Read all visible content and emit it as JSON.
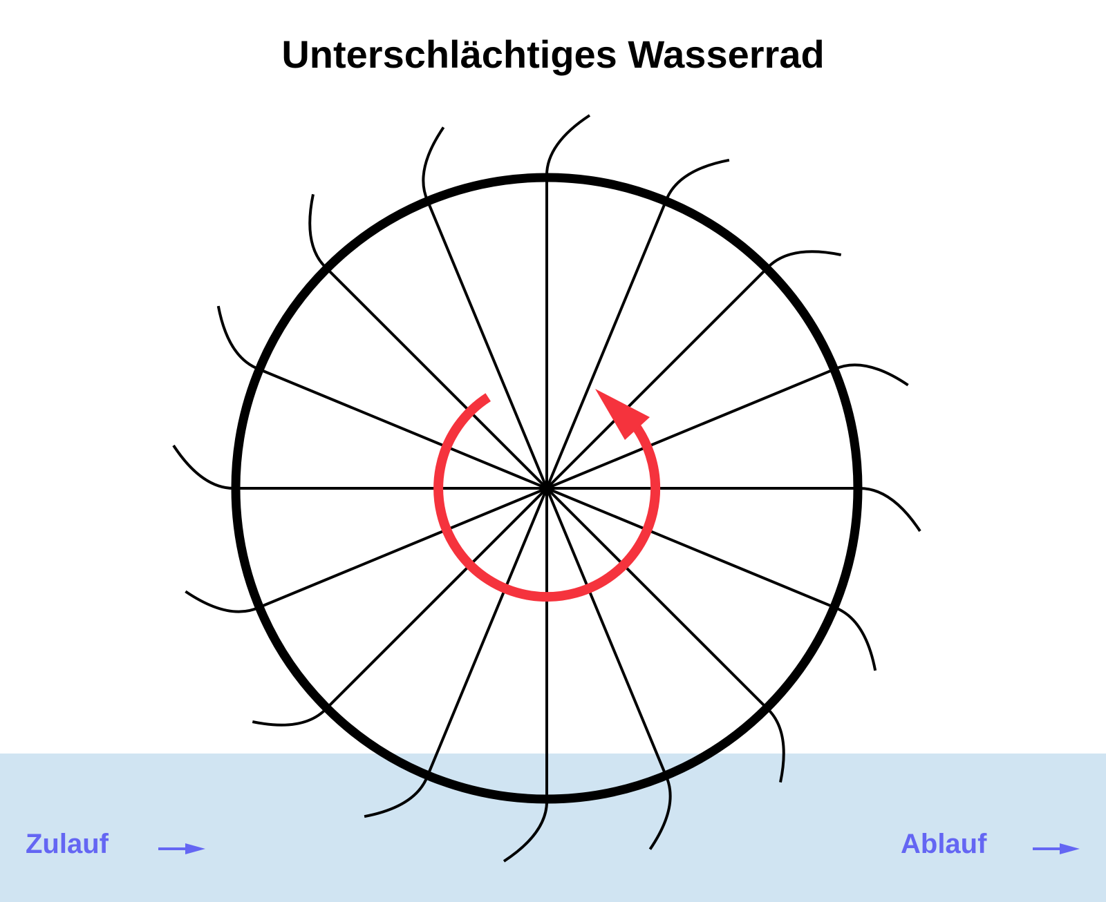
{
  "title": "Unterschlächtiges Wasserrad",
  "labels": {
    "inflow": "Zulauf",
    "outflow": "Ablauf"
  },
  "wheel": {
    "spoke_count": 16,
    "paddle_count": 16,
    "rotation_direction": "counterclockwise"
  },
  "colors": {
    "water": "#d0e4f2",
    "labels": "#6466f3",
    "rotation_arrow": "#f5333d",
    "wheel": "#000000"
  }
}
